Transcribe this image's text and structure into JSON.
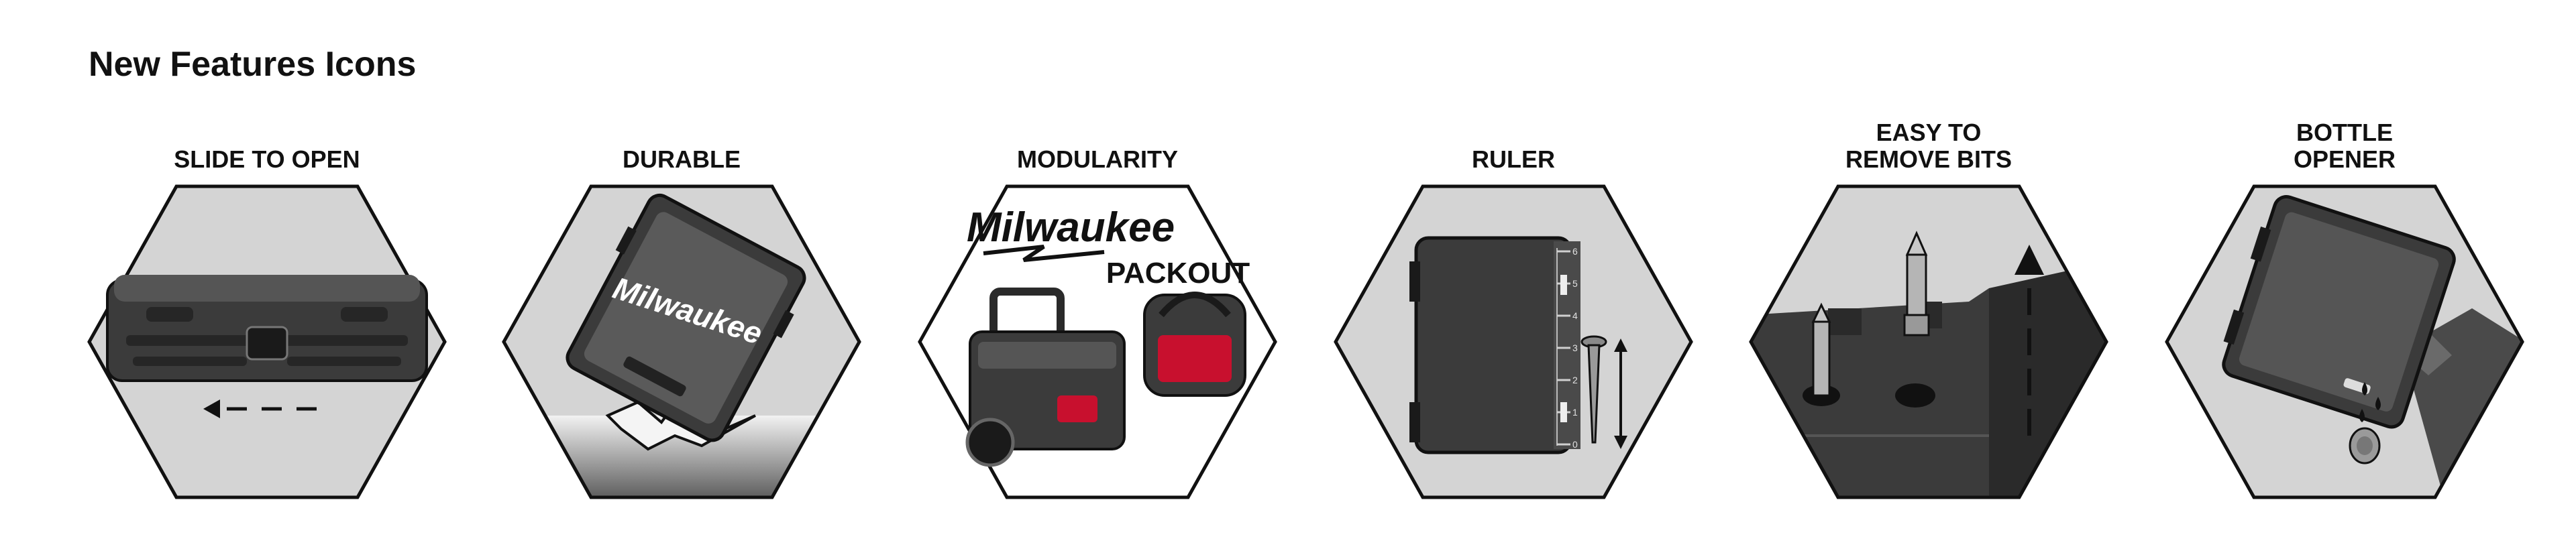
{
  "page_title": "New Features Icons",
  "brand": {
    "name": "Milwaukee",
    "product_line": "PACKOUT"
  },
  "features": [
    {
      "label": "SLIDE TO OPEN",
      "icon": "slide-to-open-icon"
    },
    {
      "label": "DURABLE",
      "icon": "durable-icon"
    },
    {
      "label": "MODULARITY",
      "icon": "modularity-icon"
    },
    {
      "label": "RULER",
      "icon": "ruler-icon"
    },
    {
      "label": "EASY TO\nREMOVE BITS",
      "icon": "easy-remove-bits-icon"
    },
    {
      "label": "BOTTLE\nOPENER",
      "icon": "bottle-opener-icon"
    }
  ],
  "ruler_marks": [
    "6",
    "5",
    "4",
    "3",
    "2",
    "1",
    "0"
  ],
  "colors": {
    "hex_fill": "#d4d4d4",
    "hex_stroke": "#111111",
    "case_dark": "#3b3b3b",
    "case_mid": "#5a5a5a",
    "brand_red": "#c8102e"
  }
}
